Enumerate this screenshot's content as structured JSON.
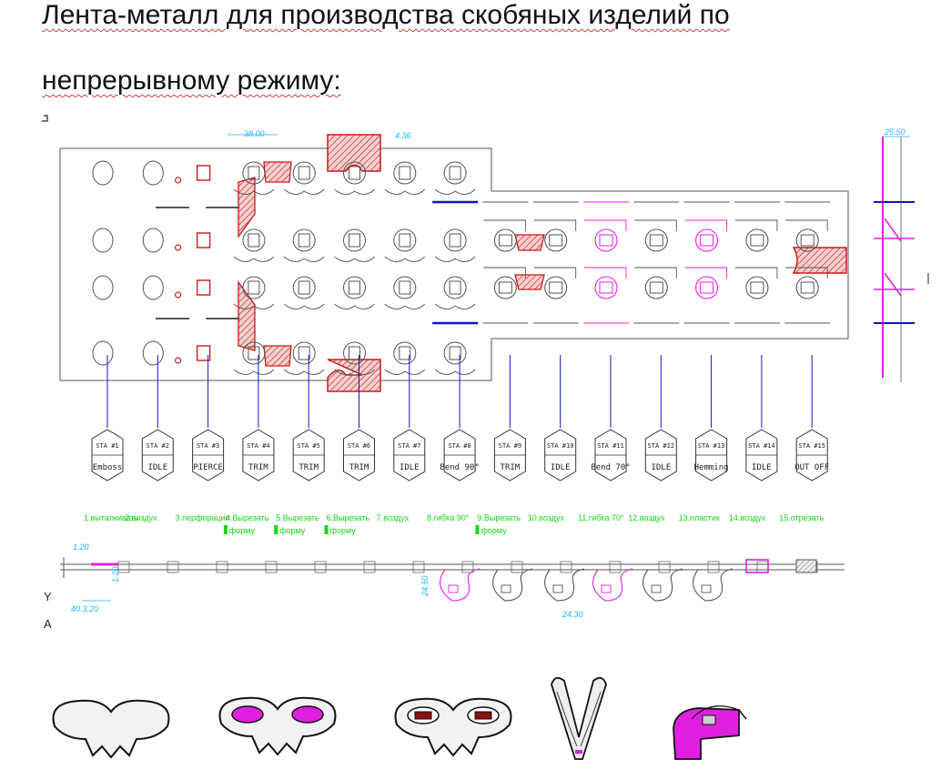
{
  "title": {
    "line1": "Лента-металл для производства скобяных изделий по",
    "line2": "непрерывному режиму:"
  },
  "colors": {
    "outline": "#555555",
    "red": "#d01818",
    "magenta": "#e020e0",
    "blue": "#1414c8",
    "caption_green": "#18d618",
    "dimension_cyan": "#1ab8ff"
  },
  "stations": [
    {
      "top": "STA #1",
      "bottom": "Emboss",
      "caption": "1.выталкивать"
    },
    {
      "top": "STA #2",
      "bottom": "IDLE",
      "caption": "2.воздух"
    },
    {
      "top": "STA #3",
      "bottom": "PIERCE",
      "caption": "3.перфорация"
    },
    {
      "top": "STA #4",
      "bottom": "TRIM",
      "caption": "4.Вырезать",
      "caption2": "форму"
    },
    {
      "top": "STA #5",
      "bottom": "TRIM",
      "caption": "5.Вырезать",
      "caption2": "форму"
    },
    {
      "top": "STA #6",
      "bottom": "TRIM",
      "caption": "6.Вырезать",
      "caption2": "форму"
    },
    {
      "top": "STA #7",
      "bottom": "IDLE",
      "caption": "7.воздух"
    },
    {
      "top": "STA #8",
      "bottom": "Bend 90°",
      "caption": "8.гибка 90°"
    },
    {
      "top": "STA #9",
      "bottom": "TRIM",
      "caption": "9.Вырезать",
      "caption2": "форму"
    },
    {
      "top": "STA #10",
      "bottom": "IDLE",
      "caption": "10.воздух"
    },
    {
      "top": "STA #11",
      "bottom": "Bend 70°",
      "caption": "11.гибка 70°"
    },
    {
      "top": "STA #12",
      "bottom": "IDLE",
      "caption": "12.воздух"
    },
    {
      "top": "STA #13",
      "bottom": "Hemming",
      "caption": "13.пластик"
    },
    {
      "top": "STA #14",
      "bottom": "IDLE",
      "caption": "14.воздух"
    },
    {
      "top": "STA #15",
      "bottom": "OUT OFF",
      "caption": "15.отрезать"
    }
  ],
  "dimensions": {
    "pitch": "38.00",
    "top_offset": "4.36",
    "right_width": "25.50",
    "thickness_a": "1.20",
    "thickness_b": "1.20",
    "length": "40.3.20",
    "bend_height": "24.50",
    "bend_width": "24.30"
  },
  "axis": {
    "y": "Y",
    "x": "A"
  },
  "products": [
    {
      "name": "blank"
    },
    {
      "name": "embossed"
    },
    {
      "name": "pierced"
    },
    {
      "name": "bent-clip"
    },
    {
      "name": "finished-part"
    }
  ]
}
